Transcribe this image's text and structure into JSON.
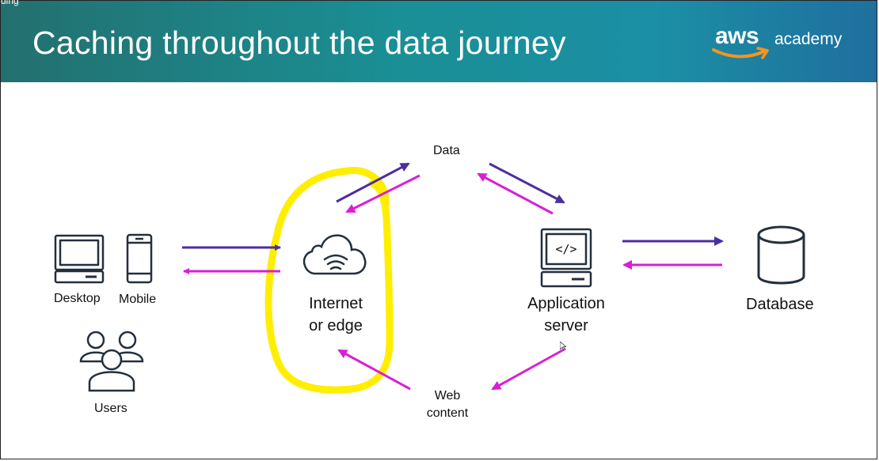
{
  "slide": {
    "title": "Caching throughout the data journey",
    "corner_text": "ding"
  },
  "logo": {
    "brand": "aws",
    "suffix": "academy",
    "smile_color": "#f7941d"
  },
  "nodes": {
    "desktop": "Desktop",
    "mobile": "Mobile",
    "users": "Users",
    "internet_line1": "Internet",
    "internet_line2": "or edge",
    "data": "Data",
    "app_line1": "Application",
    "app_line2": "server",
    "app_code": "</>",
    "database": "Database",
    "web_line1": "Web",
    "web_line2": "content"
  },
  "colors": {
    "request_arrow": "#4b2ea0",
    "response_arrow": "#d91ed6",
    "highlight": "#ffee00",
    "header_teal": "#1a8f95"
  },
  "icons": [
    "laptop-icon",
    "mobile-phone-icon",
    "users-icon",
    "cloud-wifi-icon",
    "server-icon",
    "database-icon",
    "amazon-smile-icon"
  ]
}
